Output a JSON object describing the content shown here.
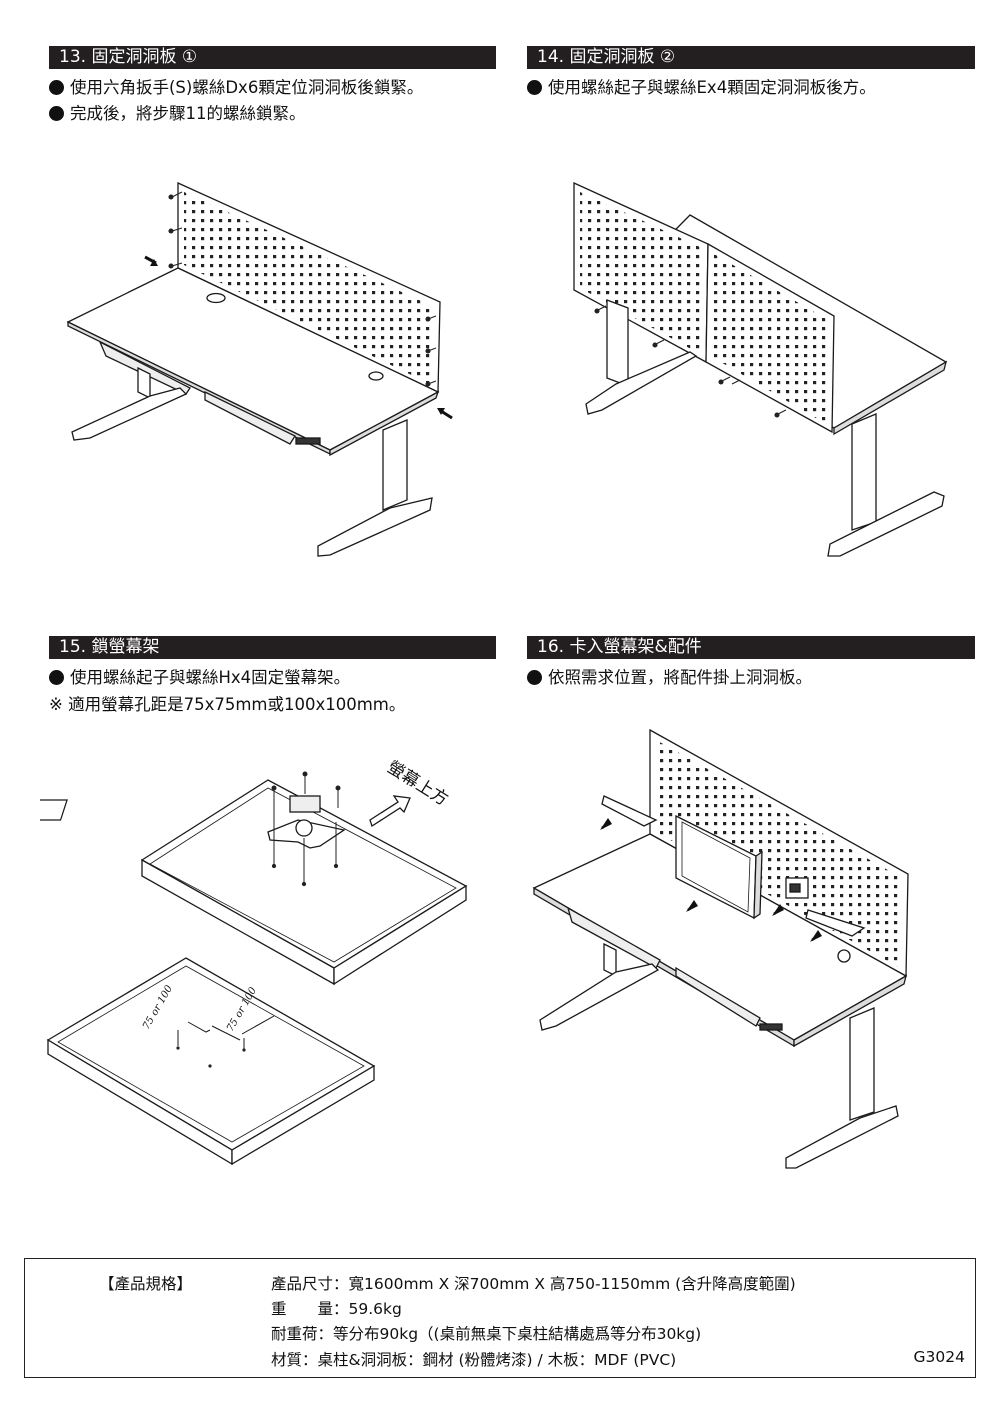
{
  "steps": [
    {
      "title": "13. 固定洞洞板 ①",
      "lines": [
        "使用六角扳手(S)螺絲Dx6顆定位洞洞板後鎖緊。",
        "完成後，將步驟11的螺絲鎖緊。"
      ]
    },
    {
      "title": "14. 固定洞洞板 ②",
      "lines": [
        "使用螺絲起子與螺絲Ex4顆固定洞洞板後方。"
      ]
    },
    {
      "title": "15. 鎖螢幕架",
      "lines": [
        "使用螺絲起子與螺絲Hx4固定螢幕架。"
      ],
      "note": "※ 適用螢幕孔距是75x75mm或100x100mm。",
      "annotation": "螢幕上方",
      "dim_labels": [
        "75 or 100",
        "75 or 100"
      ]
    },
    {
      "title": "16. 卡入螢幕架&配件",
      "lines": [
        "依照需求位置，將配件掛上洞洞板。"
      ]
    }
  ],
  "spec": {
    "tag": "【產品規格】",
    "rows": [
      "產品尺寸：寬1600mm X 深700mm X 高750-1150mm (含升降高度範圍)",
      "重　　量：59.6kg",
      "耐重荷：等分布90kg（(桌前無桌下桌柱結構處爲等分布30kg)",
      "材質：桌柱&洞洞板：鋼材 (粉體烤漆) / 木板：MDF (PVC)"
    ],
    "code": "G3024"
  }
}
